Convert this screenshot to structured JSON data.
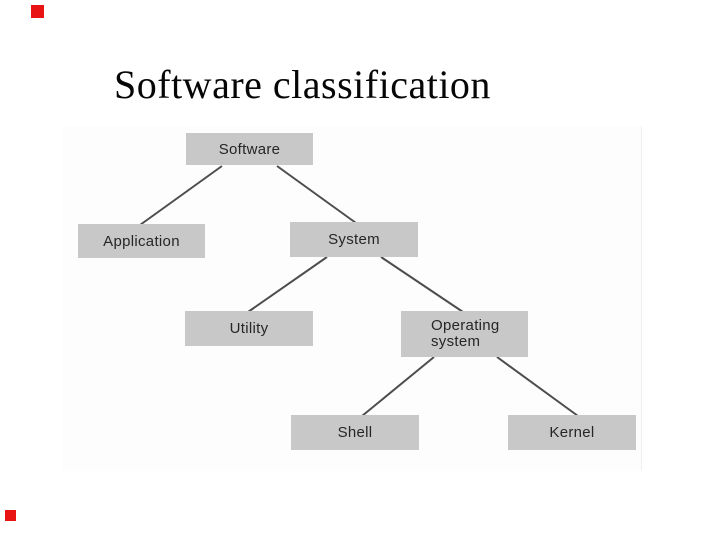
{
  "slide": {
    "title": "Software classification",
    "background_color": "#ffffff"
  },
  "markers": {
    "top_left_square_color": "#e81313",
    "bottom_left_square_color": "#e81313"
  },
  "diagram": {
    "type": "tree",
    "box_fill_color": "#c8c8c8",
    "connector_color": "#4d4d4d",
    "label_color": "#262626",
    "nodes": {
      "software": {
        "label": "Software",
        "parent": null
      },
      "application": {
        "label": "Application",
        "parent": "software"
      },
      "system": {
        "label": "System",
        "parent": "software"
      },
      "utility": {
        "label": "Utility",
        "parent": "system"
      },
      "operating_system": {
        "label": "Operating system",
        "parent": "system"
      },
      "shell": {
        "label": "Shell",
        "parent": "operating_system"
      },
      "kernel": {
        "label": "Kernel",
        "parent": "operating_system"
      }
    }
  }
}
